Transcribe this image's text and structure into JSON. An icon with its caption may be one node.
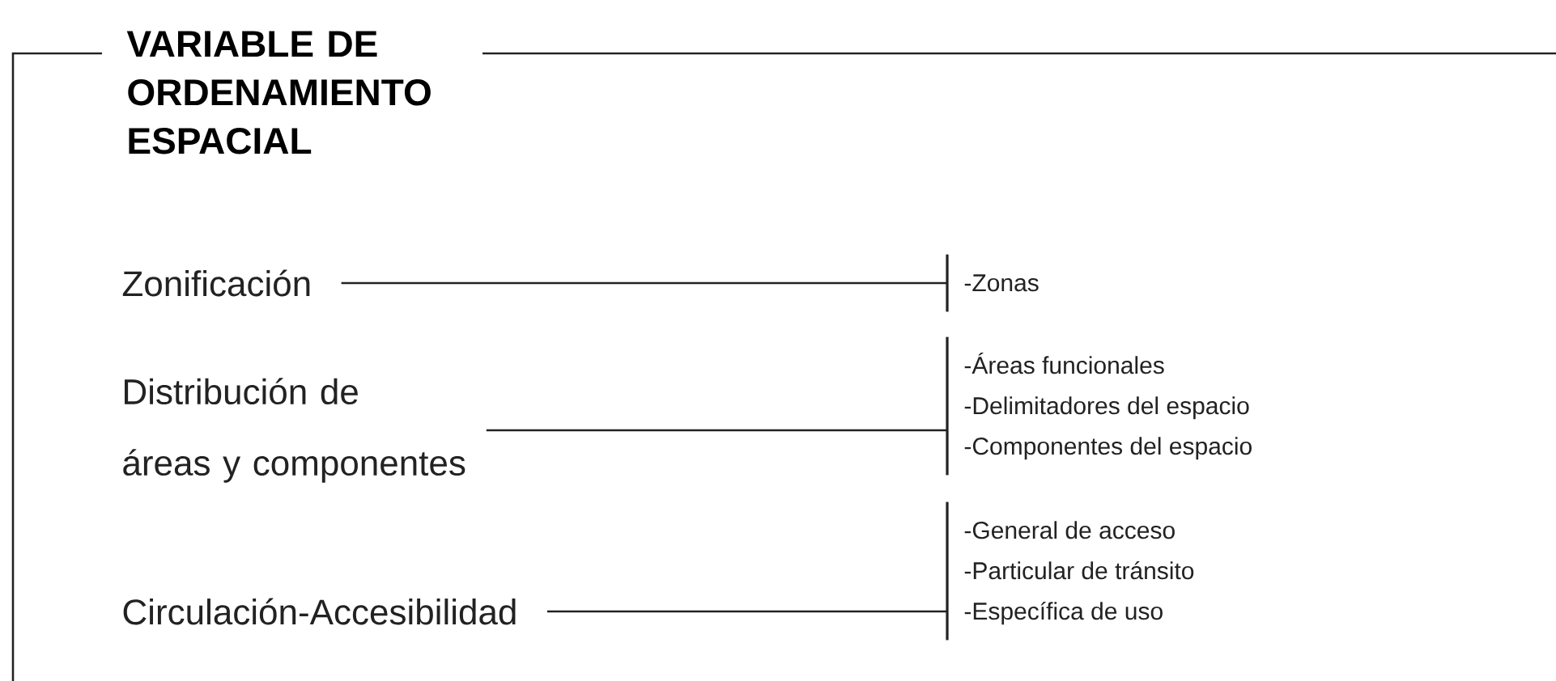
{
  "diagram": {
    "title": "VARIABLE DE ORDENAMIENTO ESPACIAL",
    "nodes": [
      {
        "text": [
          "Zonificación"
        ]
      },
      {
        "text": [
          "-Zonas"
        ]
      },
      {
        "text": [
          "Distribución de áreas y componentes"
        ]
      },
      {
        "text": [
          "-Áreas funcionales",
          "-Delimitadores del espacio",
          "-Componentes del espacio"
        ]
      },
      {
        "text": [
          "Circulación-Accesibilidad"
        ]
      },
      {
        "text": [
          "-General de acceso",
          "-Particular de tránsito",
          "-Específica de uso"
        ]
      }
    ],
    "edges": [
      {
        "from": 0,
        "to": 1,
        "arrow": "none"
      },
      {
        "from": 2,
        "to": 3,
        "arrow": "none"
      },
      {
        "from": 4,
        "to": 5,
        "arrow": "none"
      }
    ]
  }
}
